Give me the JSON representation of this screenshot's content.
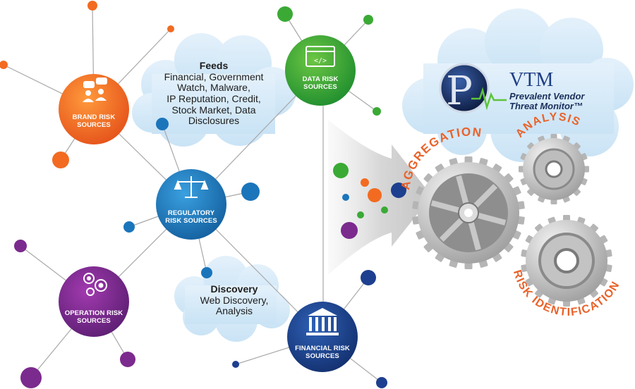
{
  "sources": {
    "brand": "BRAND RISK SOURCES",
    "data": "DATA RISK SOURCES",
    "regulatory": "REGULATORY RISK SOURCES",
    "operation": "OPERATION RISK SOURCES",
    "financial": "FINANCIAL RISK SOURCES"
  },
  "feeds": {
    "title": "Feeds",
    "body": [
      "Financial, Government",
      "Watch, Malware,",
      "IP Reputation, Credit,",
      "Stock Market, Data",
      "Disclosures"
    ]
  },
  "discovery": {
    "title": "Discovery",
    "body": [
      "Web Discovery,",
      "Analysis"
    ]
  },
  "vtm": {
    "short": "VTM",
    "name_line1": "Prevalent Vendor",
    "name_line2": "Threat Monitor™"
  },
  "gears": {
    "aggregation": "AGGREGATION",
    "analysis": "ANALYSIS",
    "risk": "RISK IDENTIFICATION"
  },
  "colors": {
    "orange": "#f26b21",
    "green": "#3aaa35",
    "blue": "#1b75bb",
    "purple": "#7b2a8e",
    "navy": "#1d3f8f",
    "gear_text": "#e9622a"
  },
  "icons": {
    "brand": "people-speech-icon",
    "data": "code-window-icon",
    "regulatory": "scales-icon",
    "operation": "gears-icon",
    "financial": "bank-icon"
  }
}
